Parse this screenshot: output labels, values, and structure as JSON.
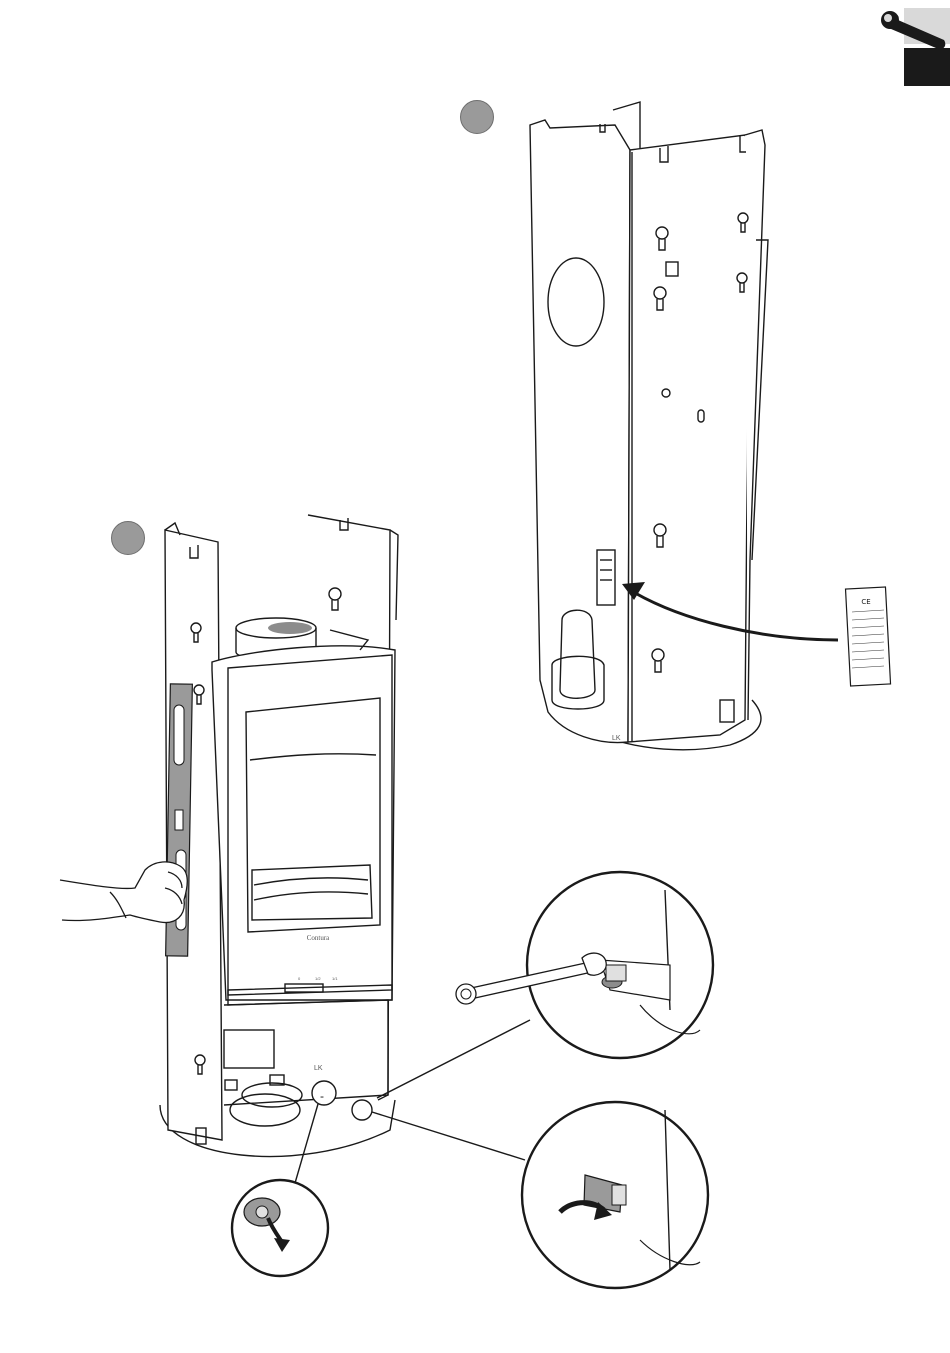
{
  "header": {
    "section_icon": "wrench-icon",
    "tab_colors": {
      "light": "#d9d9d9",
      "dark": "#1a1a1a"
    }
  },
  "steps": [
    {
      "name": "step-marker-1",
      "color": "#9a9a9a"
    },
    {
      "name": "step-marker-2",
      "color": "#9a9a9a"
    }
  ],
  "stove": {
    "brand_mark": "Contura",
    "brand_initials": "LK",
    "control_marks": [
      "0",
      "1/2",
      "1/1"
    ]
  },
  "rating_plate": {
    "mark": "CE",
    "label": "rating plate"
  },
  "details": {
    "foot_adjust_symbol": "-",
    "tools": [
      "wrench-icon",
      "rotate-arrow-icon",
      "level-tool-icon"
    ]
  }
}
